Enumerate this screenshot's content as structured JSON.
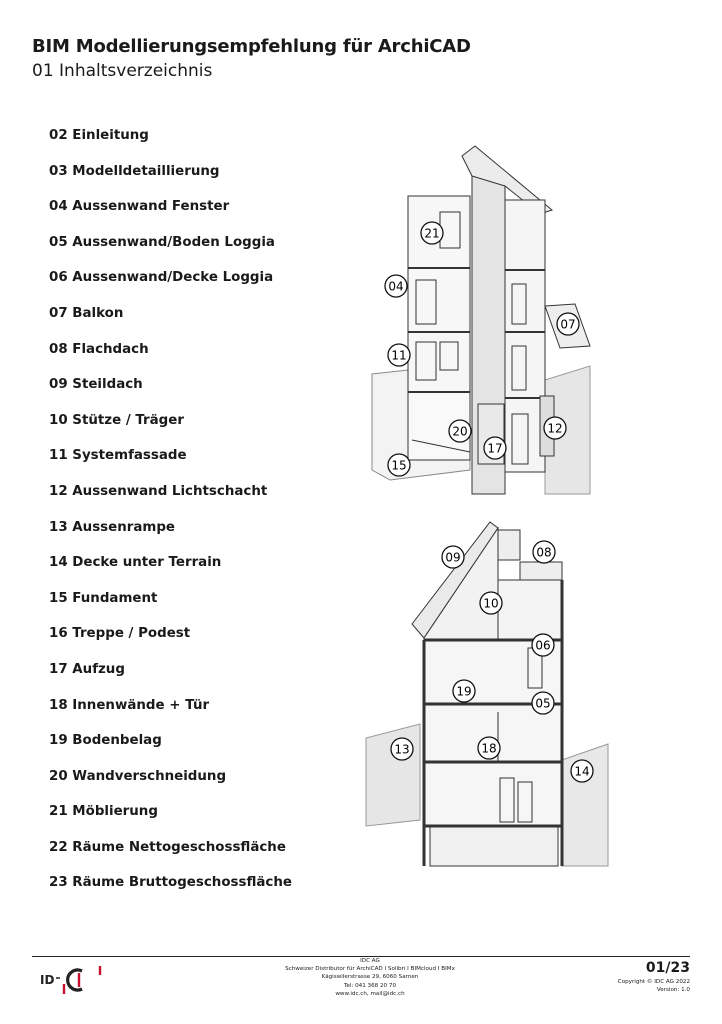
{
  "header": {
    "title": "BIM Modellierungsempfehlung für ArchiCAD",
    "subtitle": "01 Inhaltsverzeichnis"
  },
  "toc": [
    "02 Einleitung",
    "03 Modelldetaillierung",
    "04 Aussenwand Fenster",
    "05 Aussenwand/Boden Loggia",
    "06 Aussenwand/Decke Loggia",
    "07 Balkon",
    "08 Flachdach",
    "09 Steildach",
    "10 Stütze / Träger",
    "11 Systemfassade",
    "12 Aussenwand Lichtschacht",
    "13 Aussenrampe",
    "14 Decke unter Terrain",
    "15 Fundament",
    "16 Treppe / Podest",
    "17 Aufzug",
    "18 Innenwände + Tür",
    "19 Bodenbelag",
    "20 Wandverschneidung",
    "21 Möblierung",
    "22 Räume Nettogeschossfläche",
    "23 Räume Bruttogeschossfläche"
  ],
  "illustration_top_markers": [
    "21",
    "04",
    "07",
    "11",
    "12",
    "20",
    "17",
    "15"
  ],
  "illustration_bottom_markers": [
    "09",
    "08",
    "10",
    "06",
    "19",
    "05",
    "13",
    "18",
    "14"
  ],
  "footer": {
    "company": "IDC AG",
    "tagline": "Schweizer Distributor für ArchiCAD I Solibri I BIMcloud I BIMx",
    "address": "Kägiswilerstrasse 29, 6060 Sarnen",
    "phone": "Tel: 041 368 20 70",
    "web": "www.idc.ch, mail@idc.ch",
    "page": "01/23",
    "copyright": "Copyright © IDC AG 2022",
    "version": "Version: 1.0",
    "logo_text": "ID"
  },
  "colors": {
    "accent_red": "#c8102e",
    "line": "#333333",
    "fill_light": "#e6e6e6"
  }
}
